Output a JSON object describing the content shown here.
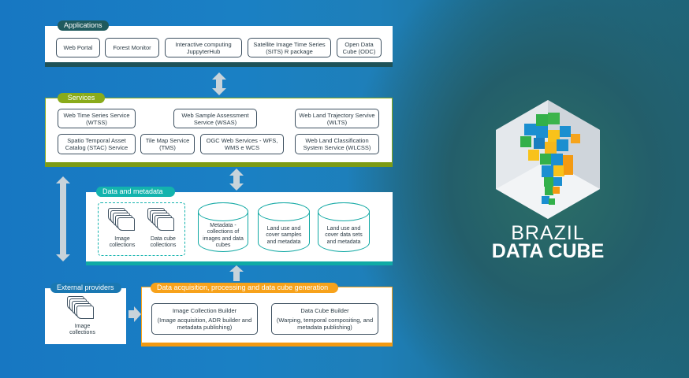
{
  "applications": {
    "label": "Applications",
    "items": [
      "Web Portal",
      "Forest Monitor",
      "Interactive computing JuppyterHub",
      "Satellite Image Time Series (SITS) R package",
      "Open Data Cube (ODC)"
    ]
  },
  "services": {
    "label": "Services",
    "items": [
      "Web Time Series Service (WTSS)",
      "Web Sample Assessment Service (WSAS)",
      "Web Land Trajectory Servive (WLTS)",
      "Spatio Temporal Asset Catalog (STAC) Service",
      "Tile Map Service (TMS)",
      "OGC Web Services - WFS, WMS e WCS",
      "Web Land Classification System Service (WLCSS)"
    ]
  },
  "data_metadata": {
    "label": "Data and metadata",
    "collections": [
      "Image collections",
      "Data cube collections"
    ],
    "databases": [
      "Metadata - collections of images and data cubes",
      "Land use and cover samples and metadata",
      "Land use and cover data sets and metadata"
    ]
  },
  "external": {
    "label": "External providers",
    "item": "Image collections"
  },
  "acquisition": {
    "label": "Data acquisition, processing and data cube generation",
    "builders": [
      {
        "title": "Image Collection Builder",
        "desc": "(Image acquisition, ADR builder and metadata publishing)"
      },
      {
        "title": "Data Cube Builder",
        "desc": "(Warping, temporal compositing, and metadata publishing)"
      }
    ]
  },
  "logo": {
    "line1": "BRAZIL",
    "line2": "DATA CUBE"
  },
  "colors": {
    "applications": "#1f5a5e",
    "services": "#8aab1a",
    "data": "#13b3ad",
    "external": "#1a78b2",
    "acquisition": "#f7a21b"
  }
}
